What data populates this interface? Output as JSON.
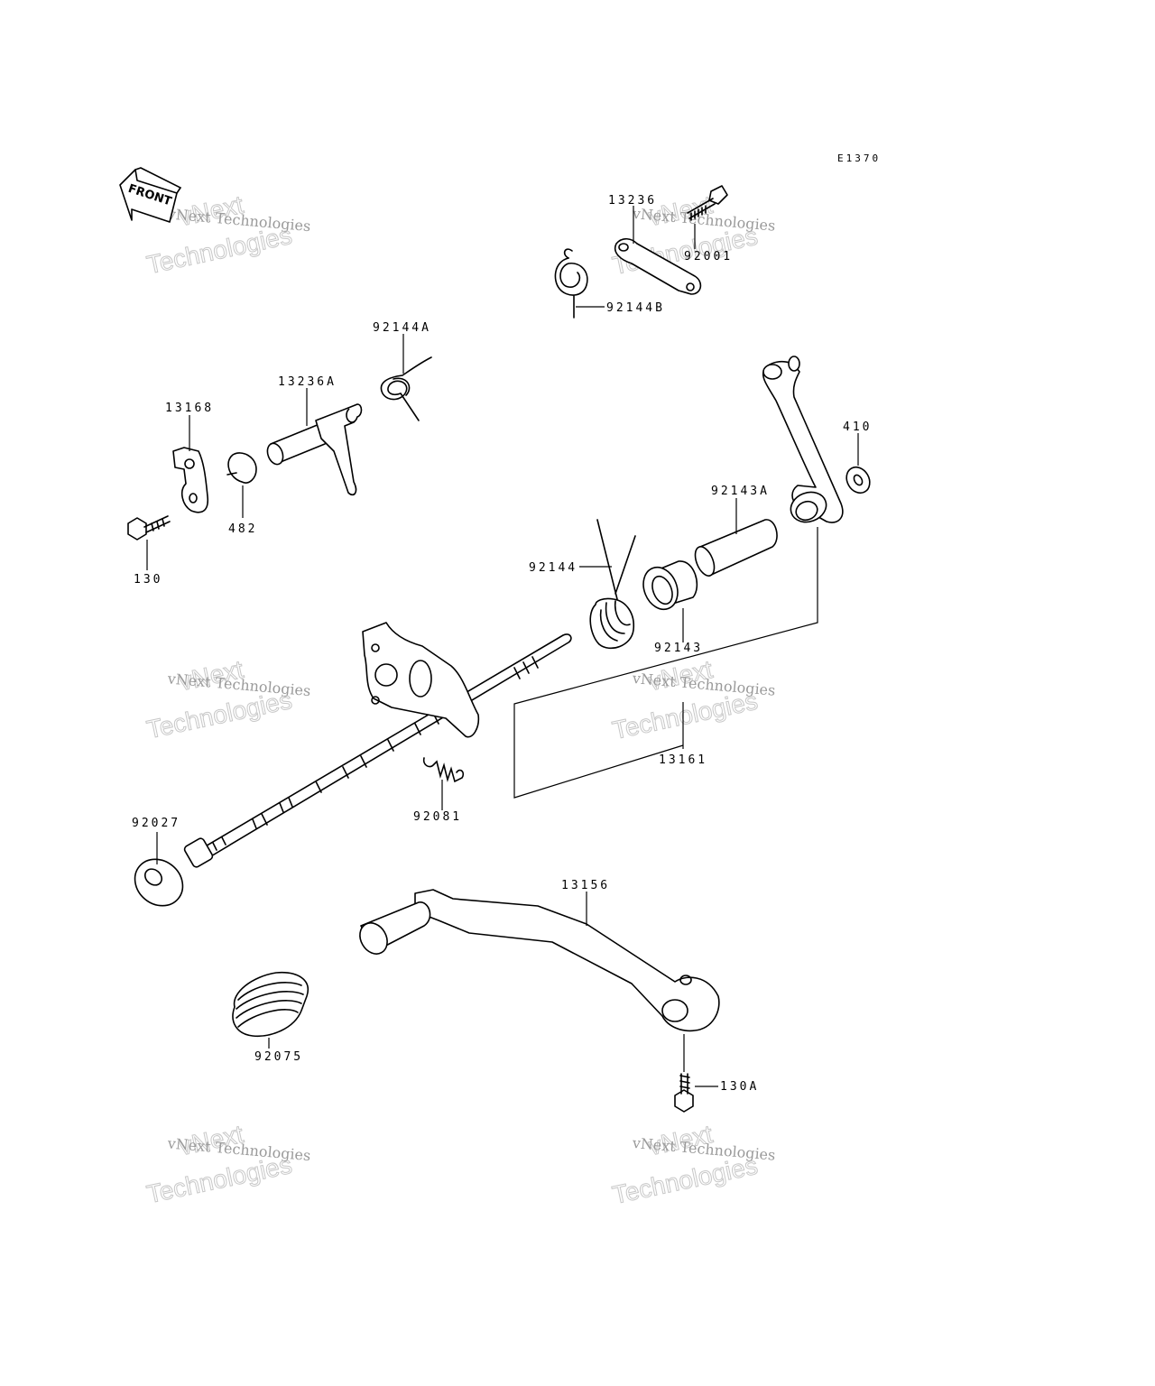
{
  "diagram": {
    "code": "E1370",
    "front_arrow_label": "FRONT",
    "parts": {
      "p13236": "13236",
      "p92001": "92001",
      "p92144B": "92144B",
      "p92144A": "92144A",
      "p13236A": "13236A",
      "p13168": "13168",
      "p482": "482",
      "p130": "130",
      "p410": "410",
      "p92143A": "92143A",
      "p92144": "92144",
      "p92143": "92143",
      "p13161": "13161",
      "p92081": "92081",
      "p92027": "92027",
      "p13156": "13156",
      "p92075": "92075",
      "p130A": "130A"
    },
    "watermark": {
      "line1": "vNext",
      "line2": "vNext Technologies",
      "line3": "Technologies"
    }
  }
}
